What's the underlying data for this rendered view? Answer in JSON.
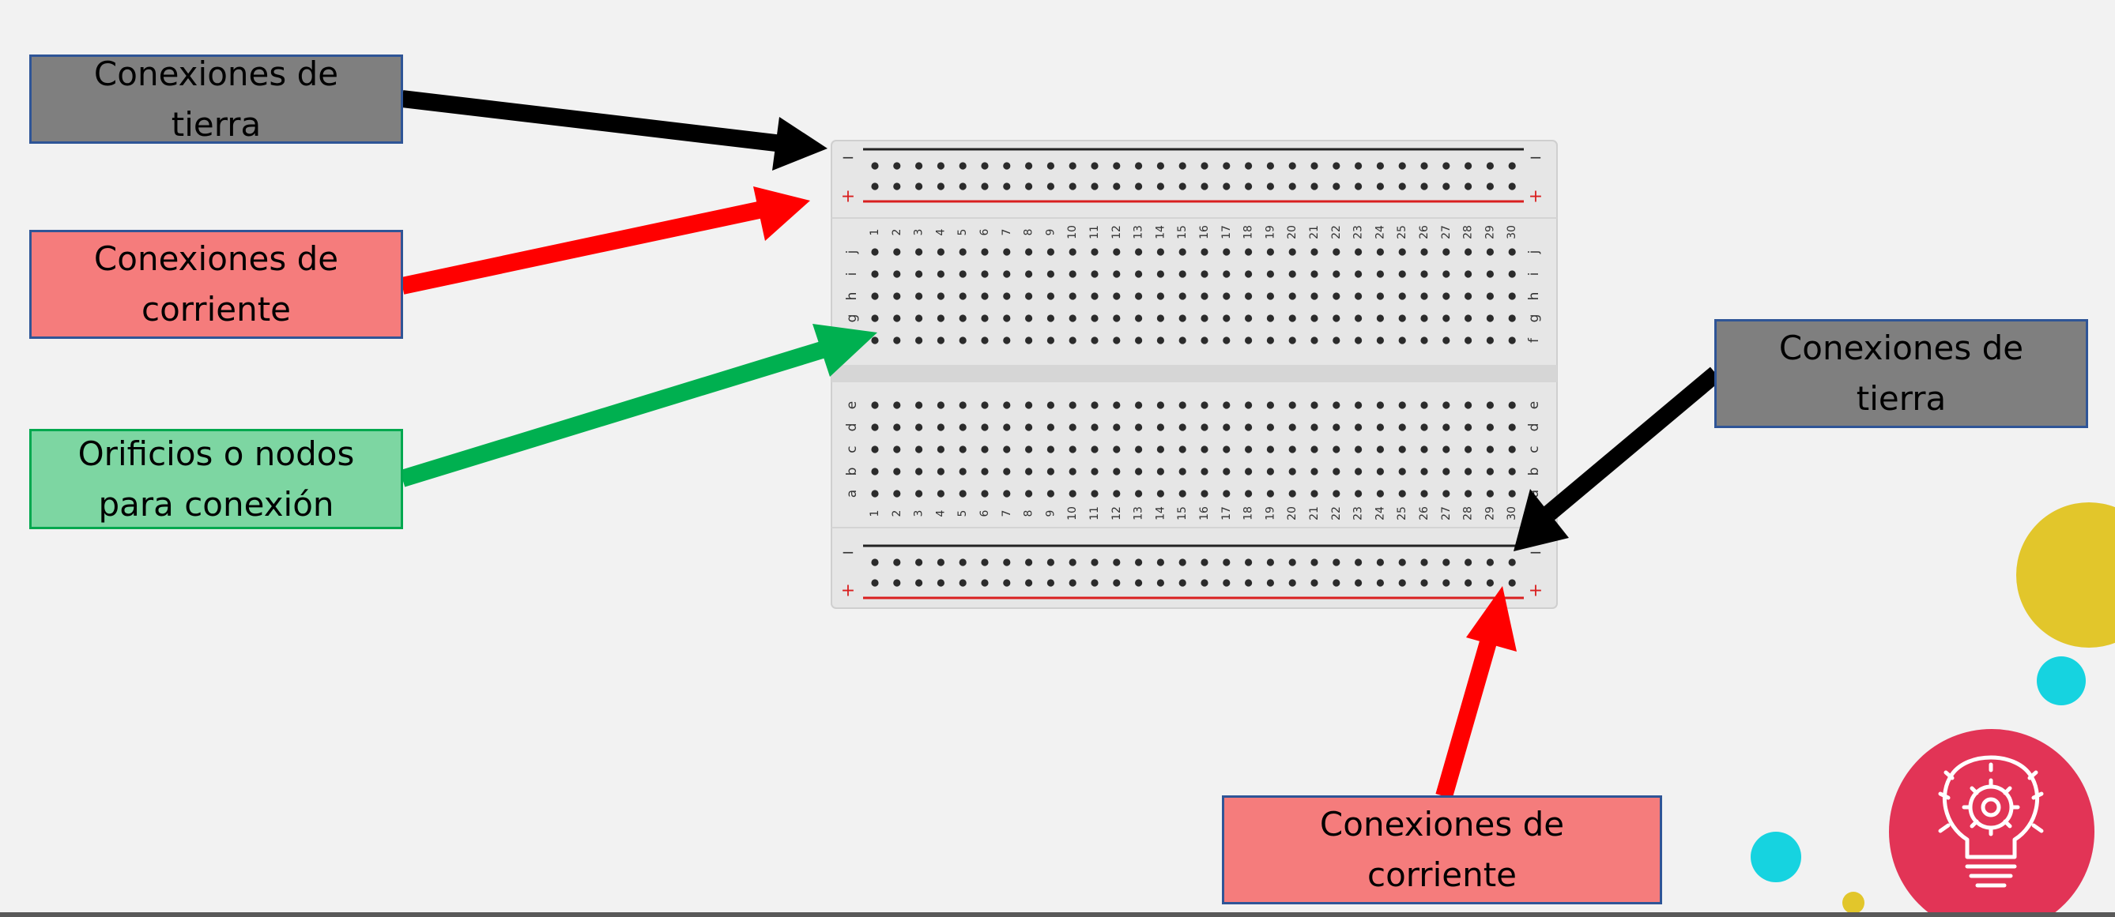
{
  "labels": {
    "tierra_top": "Conexiones de\ntierra",
    "corriente_left": "Conexiones de\ncorriente",
    "nodos": "Orificios o nodos\npara conexión",
    "tierra_right": "Conexiones de\ntierra",
    "corriente_bottom": "Conexiones de\ncorriente"
  },
  "breadboard": {
    "columns": 30,
    "rows_top": [
      "j",
      "i",
      "h",
      "g",
      "f"
    ],
    "rows_bottom": [
      "e",
      "d",
      "c",
      "b",
      "a"
    ],
    "rail_minus": "−",
    "rail_plus": "+"
  },
  "colors": {
    "gray_box": "#7f7f7f",
    "red_box": "#f57c7c",
    "green_box": "#7dd6a2",
    "box_border": "#2f5597",
    "arrow_black": "#000000",
    "arrow_red": "#ff0000",
    "arrow_green": "#00b050",
    "accent_yellow": "#e2c62b",
    "accent_cyan": "#16d3e0",
    "accent_pink": "#e23456"
  },
  "icons": [
    "lightbulb-gear-icon"
  ]
}
